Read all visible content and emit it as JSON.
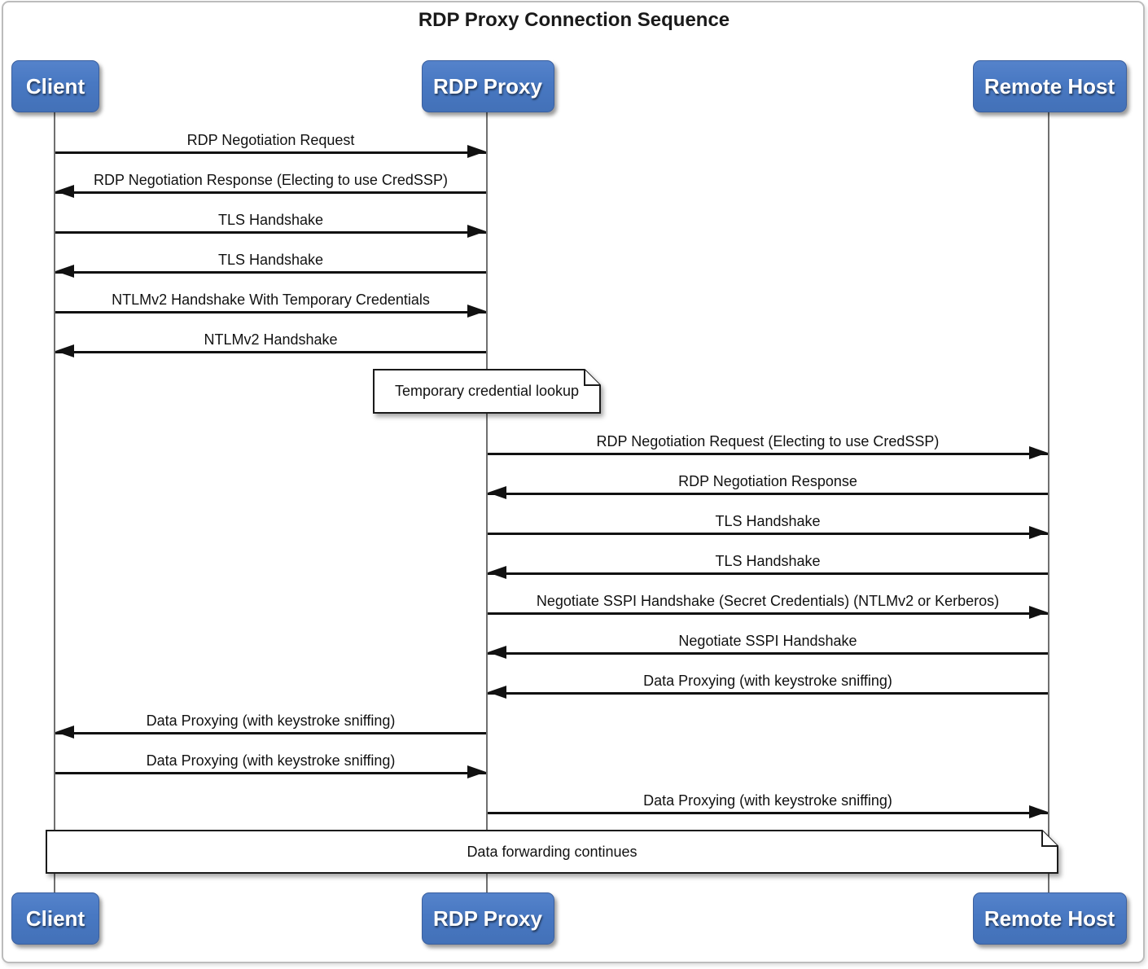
{
  "title": "RDP Proxy Connection Sequence",
  "actors": [
    {
      "id": "client",
      "label": "Client"
    },
    {
      "id": "rdp-proxy",
      "label": "RDP Proxy"
    },
    {
      "id": "remote-host",
      "label": "Remote Host"
    }
  ],
  "events": [
    {
      "type": "message",
      "from": "client",
      "to": "rdp-proxy",
      "label": "RDP Negotiation Request"
    },
    {
      "type": "message",
      "from": "rdp-proxy",
      "to": "client",
      "label": "RDP Negotiation Response (Electing to use CredSSP)"
    },
    {
      "type": "message",
      "from": "client",
      "to": "rdp-proxy",
      "label": "TLS Handshake"
    },
    {
      "type": "message",
      "from": "rdp-proxy",
      "to": "client",
      "label": "TLS Handshake"
    },
    {
      "type": "message",
      "from": "client",
      "to": "rdp-proxy",
      "label": "NTLMv2 Handshake With Temporary Credentials"
    },
    {
      "type": "message",
      "from": "rdp-proxy",
      "to": "client",
      "label": "NTLMv2 Handshake"
    },
    {
      "type": "note",
      "span": "rdp-proxy",
      "label": "Temporary credential lookup"
    },
    {
      "type": "message",
      "from": "rdp-proxy",
      "to": "remote-host",
      "label": "RDP Negotiation Request (Electing to use CredSSP)"
    },
    {
      "type": "message",
      "from": "remote-host",
      "to": "rdp-proxy",
      "label": "RDP Negotiation Response"
    },
    {
      "type": "message",
      "from": "rdp-proxy",
      "to": "remote-host",
      "label": "TLS Handshake"
    },
    {
      "type": "message",
      "from": "remote-host",
      "to": "rdp-proxy",
      "label": "TLS Handshake"
    },
    {
      "type": "message",
      "from": "rdp-proxy",
      "to": "remote-host",
      "label": "Negotiate SSPI Handshake (Secret Credentials) (NTLMv2 or Kerberos)"
    },
    {
      "type": "message",
      "from": "remote-host",
      "to": "rdp-proxy",
      "label": "Negotiate SSPI Handshake"
    },
    {
      "type": "message",
      "from": "remote-host",
      "to": "rdp-proxy",
      "label": "Data Proxying (with keystroke sniffing)"
    },
    {
      "type": "message",
      "from": "rdp-proxy",
      "to": "client",
      "label": "Data Proxying (with keystroke sniffing)"
    },
    {
      "type": "message",
      "from": "client",
      "to": "rdp-proxy",
      "label": "Data Proxying (with keystroke sniffing)"
    },
    {
      "type": "message",
      "from": "rdp-proxy",
      "to": "remote-host",
      "label": "Data Proxying (with keystroke sniffing)"
    },
    {
      "type": "note",
      "span": "all",
      "label": "Data forwarding continues"
    }
  ],
  "colors": {
    "actor_fill": "#4878c2",
    "actor_border": "#3a5f9e",
    "actor_text": "#ffffff",
    "arrow": "#111111",
    "lifeline": "#6f6f6f",
    "note_fill": "#ffffff",
    "note_border": "#1a1a1a",
    "frame_border": "#bcbcbc",
    "background": "#ffffff",
    "title_text": "#1a1a1a"
  }
}
